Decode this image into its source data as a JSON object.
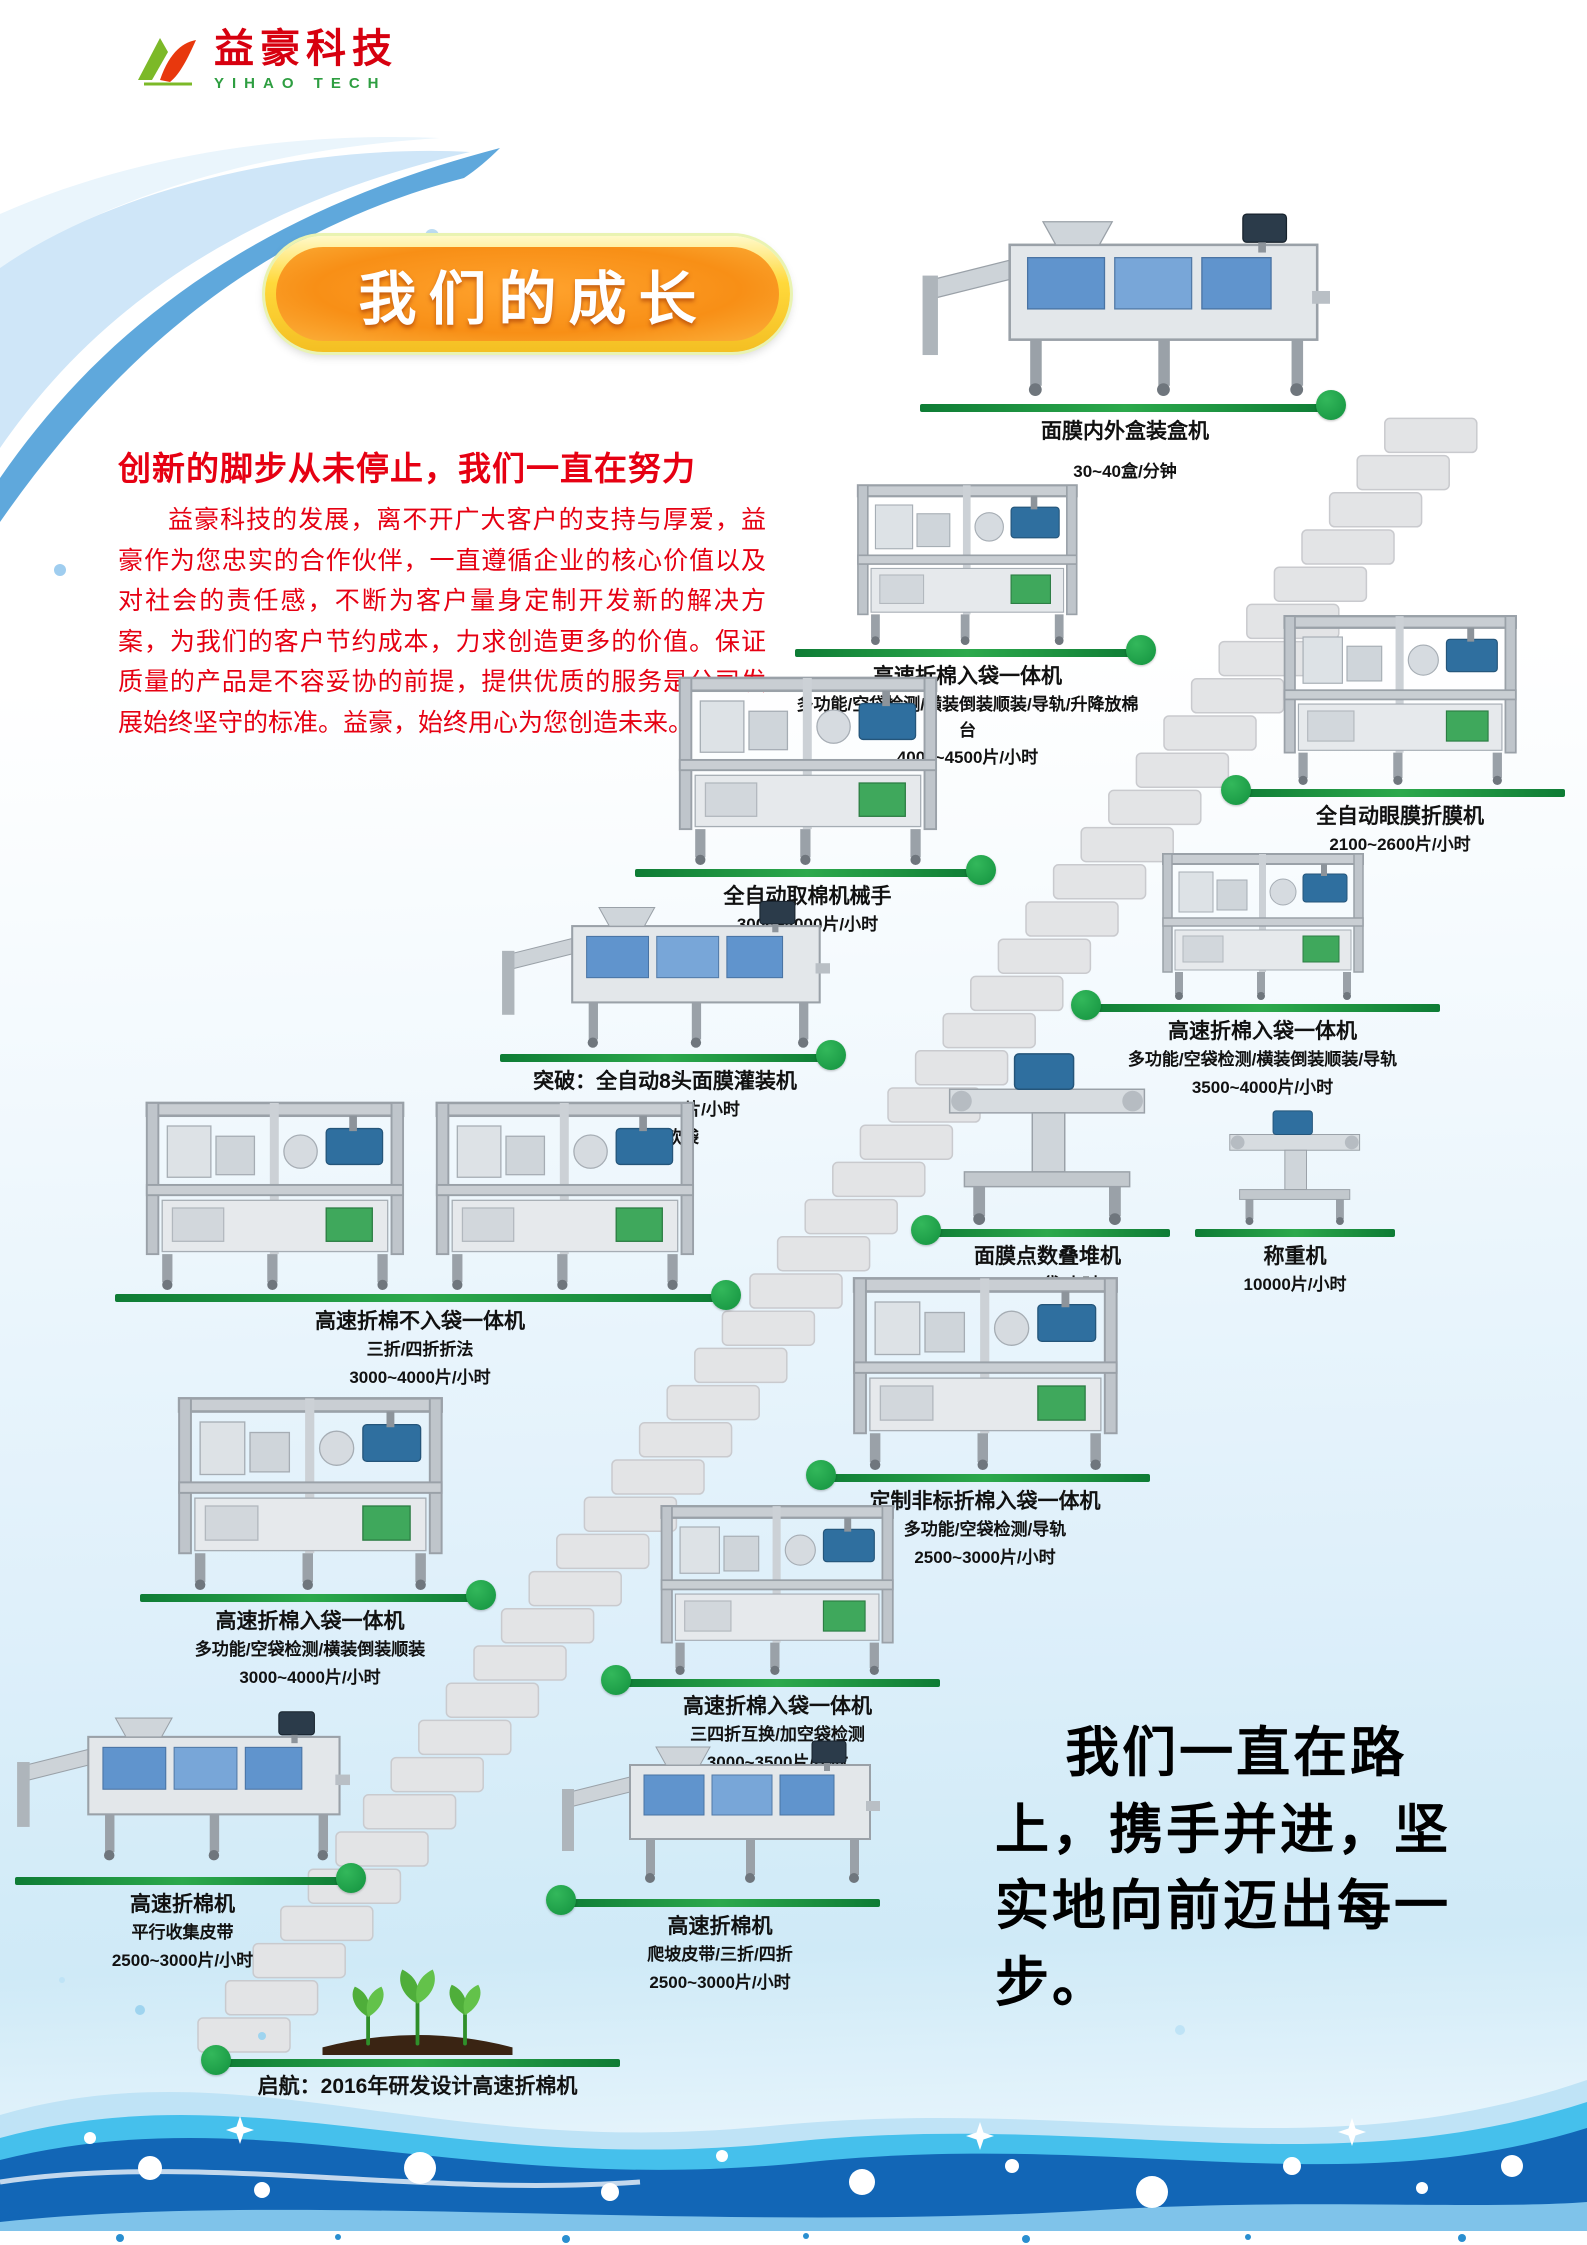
{
  "header": {
    "logo_cn": "益豪科技",
    "logo_en": "YIHAO TECH"
  },
  "title_badge": "我们的成长",
  "intro": {
    "heading": "创新的脚步从未停止，我们一直在努力",
    "body": "益豪科技的发展，离不开广大客户的支持与厚爱，益豪作为您忠实的合作伙伴，一直遵循企业的核心价值以及对社会的责任感，不断为客户量身定制开发新的解决方案，为我们的客户节约成本，力求创造更多的价值。保证质量的产品是不容妥协的前提，提供优质的服务是公司发展始终坚守的标准。益豪，始终用心为您创造未来。"
  },
  "milestones": [
    {
      "name": "面膜内外盒装盒机",
      "specs": [
        "30~40盒/分钟"
      ]
    },
    {
      "name": "高速折棉入袋一体机",
      "specs": [
        "多功能/空袋检测/横装倒装顺装/导轨/升降放棉台",
        "4000~4500片/小时"
      ]
    },
    {
      "name": "全自动眼膜折膜机",
      "specs": [
        "2100~2600片/小时"
      ]
    },
    {
      "name": "全自动取棉机械手",
      "specs": [
        "3000~4000片/小时"
      ]
    },
    {
      "name": "高速折棉入袋一体机",
      "specs": [
        "多功能/空袋检测/横装倒装顺装/导轨",
        "3500~4000片/小时"
      ]
    },
    {
      "name": "突破：全自动8头面膜灌装机",
      "specs": [
        "9000~11000片/小时",
        "适应软袋"
      ]
    },
    {
      "name": "面膜点数叠堆机",
      "specs": [
        "10000袋/小时"
      ]
    },
    {
      "name": "称重机",
      "specs": [
        "10000片/小时"
      ]
    },
    {
      "name": "高速折棉不入袋一体机",
      "specs": [
        "三折/四折折法",
        "3000~4000片/小时"
      ]
    },
    {
      "name": "定制非标折棉入袋一体机",
      "specs": [
        "多功能/空袋检测/导轨",
        "2500~3000片/小时"
      ]
    },
    {
      "name": "高速折棉入袋一体机",
      "specs": [
        "多功能/空袋检测/横装倒装顺装",
        "3000~4000片/小时"
      ]
    },
    {
      "name": "高速折棉入袋一体机",
      "specs": [
        "三四折互换/加空袋检测",
        "3000~3500片/小时"
      ]
    },
    {
      "name": "高速折棉机",
      "specs": [
        "平行收集皮带",
        "2500~3000片/小时"
      ]
    },
    {
      "name": "高速折棉机",
      "specs": [
        "爬坡皮带/三折/四折",
        "2500~3000片/小时"
      ]
    },
    {
      "name": "启航：2016年研发设计高速折棉机",
      "specs": []
    }
  ],
  "closing": "我们一直在路\n上，携手并进，坚\n实地向前迈出每一\n步。",
  "colors": {
    "brand_red": "#e60012",
    "logo_red": "#d7000f",
    "logo_green": "#2e9e41",
    "accent_green": "#13923f",
    "bar_green": "#0e7c35",
    "badge_orange": "#f88f16",
    "wave_deep_blue": "#1266b6",
    "wave_cyan": "#45c0ec",
    "wave_pale": "#bfe3f6",
    "stair_gray": "#e3e4e6",
    "text_ink": "#111111"
  }
}
